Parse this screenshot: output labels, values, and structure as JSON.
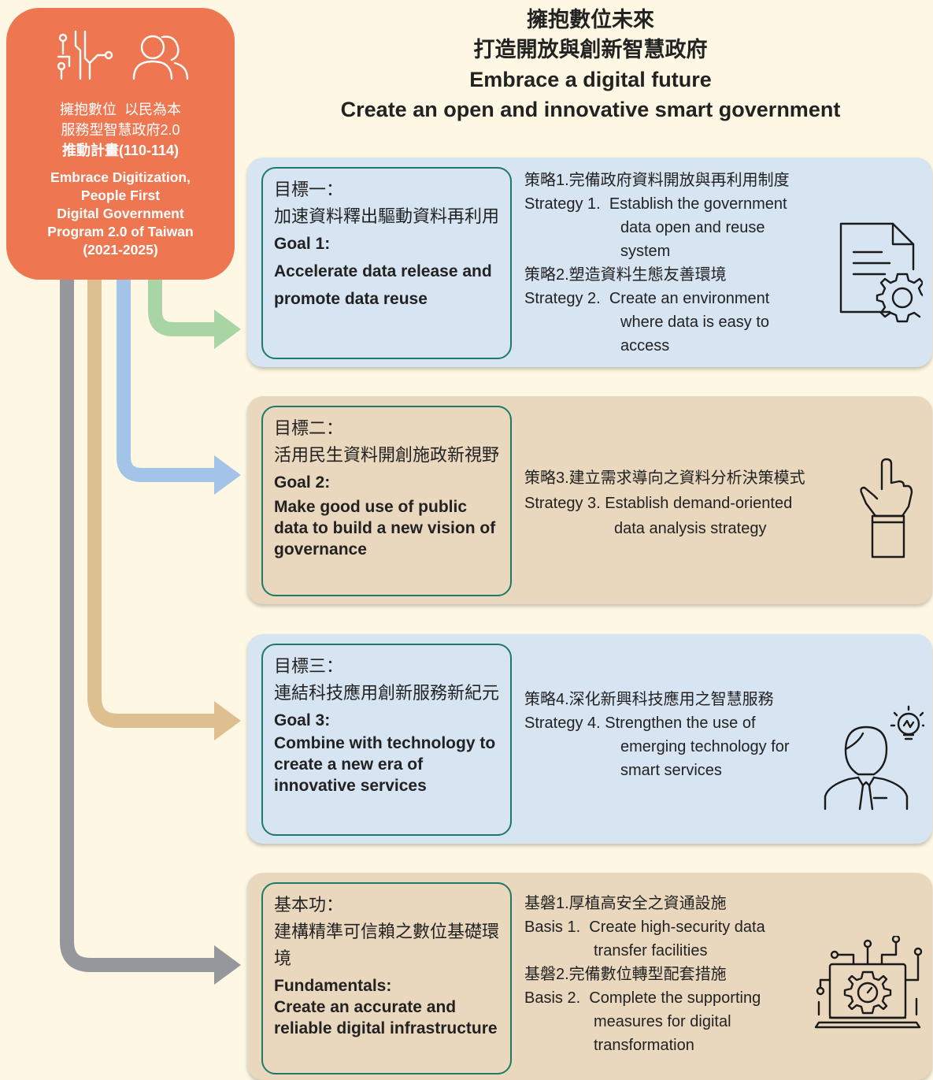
{
  "title": {
    "zh_line1": "擁抱數位未來",
    "zh_line2": "打造開放與創新智慧政府",
    "en_line1": "Embrace a digital future",
    "en_line2": "Create an open and innovative smart government"
  },
  "program": {
    "zh_line1": "擁抱數位  以民為本",
    "zh_line2": "服務型智慧政府2.0",
    "zh_line3": "推動計畫(110-114)",
    "en_line1": "Embrace Digitization,",
    "en_line2": "People First",
    "en_line3": "Digital Government",
    "en_line4": "Program 2.0 of Taiwan",
    "en_line5": "(2021-2025)"
  },
  "goals": [
    {
      "zh_heading": "目標一：",
      "zh_text": "加速資料釋出驅動資料再利用",
      "en_heading": "Goal 1:",
      "en_text": "Accelerate data release and promote data reuse",
      "strategies": [
        {
          "zh": "策略1.完備政府資料開放與再利用制度",
          "en_label": "Strategy 1.",
          "en_l1": "Establish the government",
          "en_l2": "data open and reuse",
          "en_l3": "system"
        },
        {
          "zh": "策略2.塑造資料生態友善環境",
          "en_label": "Strategy 2.",
          "en_l1": "Create an environment",
          "en_l2": "where data is easy to",
          "en_l3": "access"
        }
      ],
      "icon": "document-gear-icon"
    },
    {
      "zh_heading": "目標二：",
      "zh_text": "活用民生資料開創施政新視野",
      "en_heading": "Goal 2:",
      "en_text": "Make good use of public data to build a new vision of governance",
      "strategies": [
        {
          "zh": "策略3.建立需求導向之資料分析決策模式",
          "en_label": "Strategy 3.",
          "en_l1": "Establish demand-oriented",
          "en_l2": "data analysis strategy"
        }
      ],
      "icon": "pointing-hand-icon"
    },
    {
      "zh_heading": "目標三：",
      "zh_text": "連結科技應用創新服務新紀元",
      "en_heading": "Goal 3:",
      "en_text": "Combine with technology to create a new era of innovative services",
      "strategies": [
        {
          "zh": "策略4.深化新興科技應用之智慧服務",
          "en_label": "Strategy 4.",
          "en_l1": "Strengthen the use of",
          "en_l2": "emerging technology for",
          "en_l3": "smart services"
        }
      ],
      "icon": "person-lightbulb-icon"
    },
    {
      "zh_heading": "基本功：",
      "zh_text": "建構精準可信賴之數位基礎環境",
      "en_heading": "Fundamentals:",
      "en_text": "Create an accurate and reliable digital infrastructure",
      "strategies": [
        {
          "zh": "基磐1.厚植高安全之資通設施",
          "en_label": "Basis 1.",
          "en_l1": "Create high-security data",
          "en_l2": "transfer facilities"
        },
        {
          "zh": "基磐2.完備數位轉型配套措施",
          "en_label": "Basis 2.",
          "en_l1": "Complete the supporting",
          "en_l2": "measures for digital",
          "en_l3": "transformation"
        }
      ],
      "icon": "laptop-gear-icon"
    }
  ],
  "colors": {
    "background": "#FDF7E3",
    "program_box": "#EE7752",
    "panel_blue": "#D7E4F2",
    "panel_tan": "#E9D8BE",
    "goal_border": "#1E7A66",
    "arrow_green": "#A9D4A4",
    "arrow_blue": "#A3C3E8",
    "arrow_tan": "#DDBF90",
    "arrow_gray": "#96979C"
  }
}
